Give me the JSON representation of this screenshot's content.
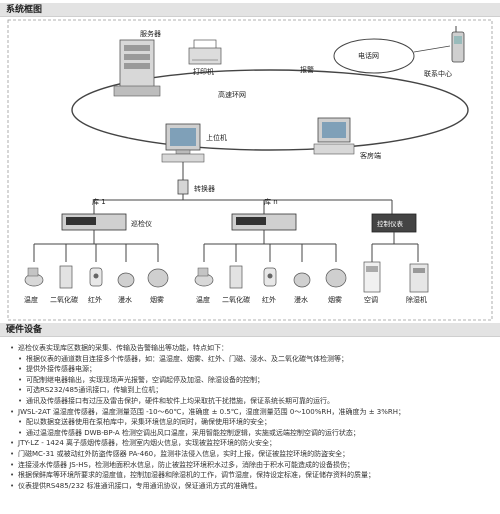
{
  "sections": {
    "architecture_title": "系统框图",
    "hardware_title": "硬件设备"
  },
  "diagram": {
    "server": "服务器",
    "printer": "打印机",
    "phone_network": "电话网",
    "alarm": "报警",
    "alarm_center": "联系中心",
    "ethernet": "高速环网",
    "host_pc": "上位机",
    "client": "客房端",
    "converter": "转换器",
    "warehouse_1": "库 1",
    "warehouse_n": "库 n",
    "inspector": "巡检仪",
    "controller": "控制仪表",
    "sensors_1": [
      "温度",
      "二氧化碳",
      "红外",
      "漫水",
      "烟雾"
    ],
    "sensors_n": [
      "温度",
      "二氧化碳",
      "红外",
      "漫水",
      "烟雾"
    ],
    "actuators": [
      "空调",
      "除湿机"
    ]
  },
  "hardware_items": [
    "巡检仪表实现库区数据的采集、传输及告警输出等功能，特点如下：",
    "根据仪表的通道数目连接多个传感器，如：温湿度、烟雾、红外、门磁、浸水、及二氧化碳气体检测等；",
    "提供外接传感器电源；",
    "可配制继电器输出，实现现场声光报警，空调起停及加湿、除湿设备的控制；",
    "可选RS232/485通讯接口，传输到上位机；",
    "通讯及传感器接口有过压及雷击保护，硬件和软件上均采取抗干扰措施，保证系统长期可靠的运行。",
    "JWSL-2AT 温湿度传感器，温度测量范围 -10～60℃，准确度 ± 0.5℃，湿度测量范围 0～100%RH，准确度为 ± 3%RH；",
    "配以数据变送器使用在泵柏库中，采集环境信息的同时，确保使用环境的安全；",
    "通过温湿度传感器 DWB-BP-A 检测空调出风口温度，采用智能控制逻辑，实施或远端控制空调的运行状态；",
    "JTY-LZ - 1424 离子感烟传感器，检测室内烟火信息，实现被监控环境的防火安全；",
    "门磁MC-31 或被动红外防盗传感器 PA-460，监测非法侵入信息，实时上报，保证被监控环境的防盗安全；",
    "连接浸水传感器 JS-HS，检测地面积水信息，防止被监控环境积水过多，消除由于积水可能造成的设备损伤；",
    "根据保鲜库等环境所要求的湿度值，控制加湿器和除湿机的工作，调节湿度，保持设定标准，保证储存资料的质量；",
    "仪表提供RS485/232 标准通讯接口，专用通讯协议，保证通讯方式的准确性。"
  ]
}
